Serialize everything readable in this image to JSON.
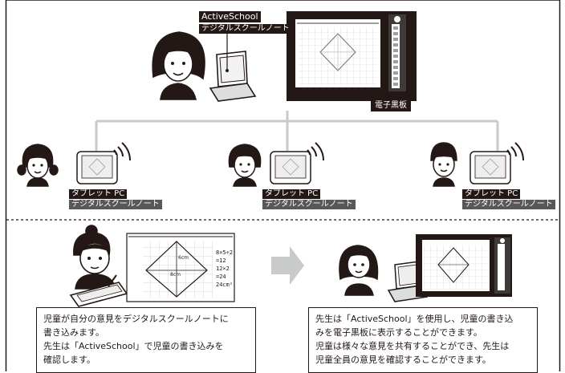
{
  "top": {
    "teacher_app": "ActiveSchool",
    "teacher_subapp": "デジタルスクールノート",
    "board_label": "電子黒板"
  },
  "students": [
    {
      "device": "タブレット PC",
      "app": "デジタルスクールノート"
    },
    {
      "device": "タブレット PC",
      "app": "デジタルスクールノート"
    },
    {
      "device": "タブレット PC",
      "app": "デジタルスクールノート"
    }
  ],
  "notebook": {
    "notes": [
      "8×5÷2",
      "=12",
      "12×2",
      "=24",
      "24cm²"
    ],
    "dim_labels": [
      "6cm",
      "8cm"
    ]
  },
  "captions": {
    "left": [
      "児童が自分の意見をデジタルスクールノートに",
      "書き込みます。",
      "先生は「ActiveSchool」で児童の書き込みを",
      "確認します。"
    ],
    "right": [
      "先生は「ActiveSchool」を使用し、児童の書き込",
      "みを電子黒板に表示することができます。",
      "児童は様々な意見を共有することができ、先生は",
      "児童全員の意見を確認することができます。"
    ]
  }
}
